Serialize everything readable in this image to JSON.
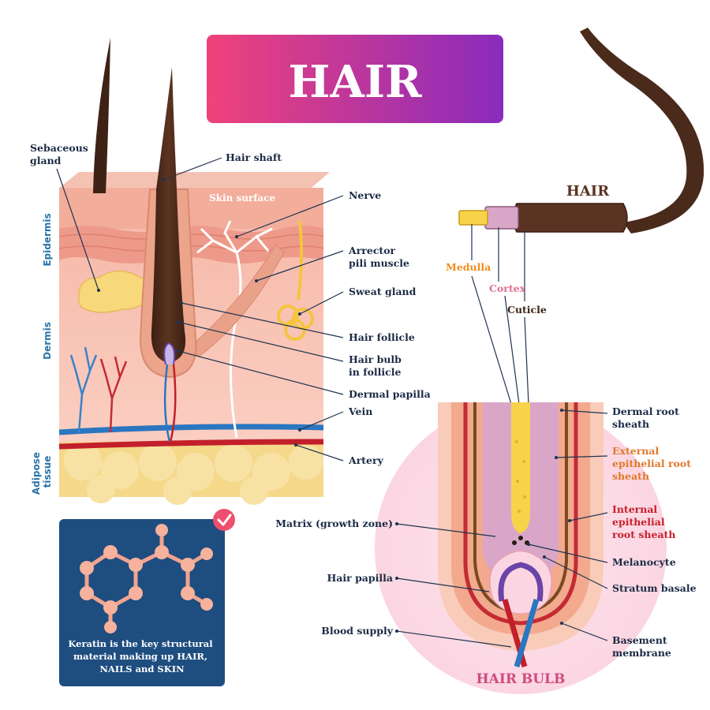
{
  "title": "HAIR",
  "skin_labels": {
    "sebaceous_gland": [
      "Sebaceous",
      "gland"
    ],
    "hair_shaft": "Hair shaft",
    "skin_surface": "Skin surface",
    "nerve": "Nerve",
    "arrector_pili": [
      "Arrector",
      "pili muscle"
    ],
    "sweat_gland": "Sweat gland",
    "hair_follicle": "Hair follicle",
    "hair_bulb": [
      "Hair bulb",
      "in follicle"
    ],
    "dermal_papilla": "Dermal papilla",
    "vein": "Vein",
    "artery": "Artery"
  },
  "layers": {
    "epidermis": "Epidermis",
    "dermis": "Dermis",
    "adipose": [
      "Adipose",
      "tissue"
    ]
  },
  "strand": {
    "title": "HAIR",
    "medulla": "Medulla",
    "cortex": "Cortex",
    "cuticle": "Cuticle"
  },
  "bulb_labels": {
    "dermal_root_sheath": [
      "Dermal root",
      "sheath"
    ],
    "external_sheath": [
      "External",
      "epithelial root",
      "sheath"
    ],
    "internal_sheath": [
      "Internal",
      "epithelial",
      "root sheath"
    ],
    "matrix": "Matrix (growth zone)",
    "melanocyte": "Melanocyte",
    "hair_papilla": "Hair papilla",
    "stratum_basale": "Stratum basale",
    "blood_supply": "Blood supply",
    "basement_membrane": [
      "Basement",
      "membrane"
    ],
    "title": "HAIR BULB"
  },
  "keratin_note": [
    "Keratin is the key structural",
    "material making up HAIR,",
    "NAILS and SKIN"
  ],
  "colors": {
    "title_gradient_start": "#f0427a",
    "title_gradient_end": "#8a2bbd",
    "label_dark": "#1b2a44",
    "layer_label": "#2b74a8",
    "medulla": "#f08c1e",
    "cortex": "#e0708e",
    "cuticle": "#3a1f12",
    "external_sheath": "#e0782a",
    "internal_sheath": "#c8202a",
    "bulb_title": "#d04a7e",
    "panel_bg": "#1e4d80",
    "check_badge": "#ef4f6e"
  }
}
